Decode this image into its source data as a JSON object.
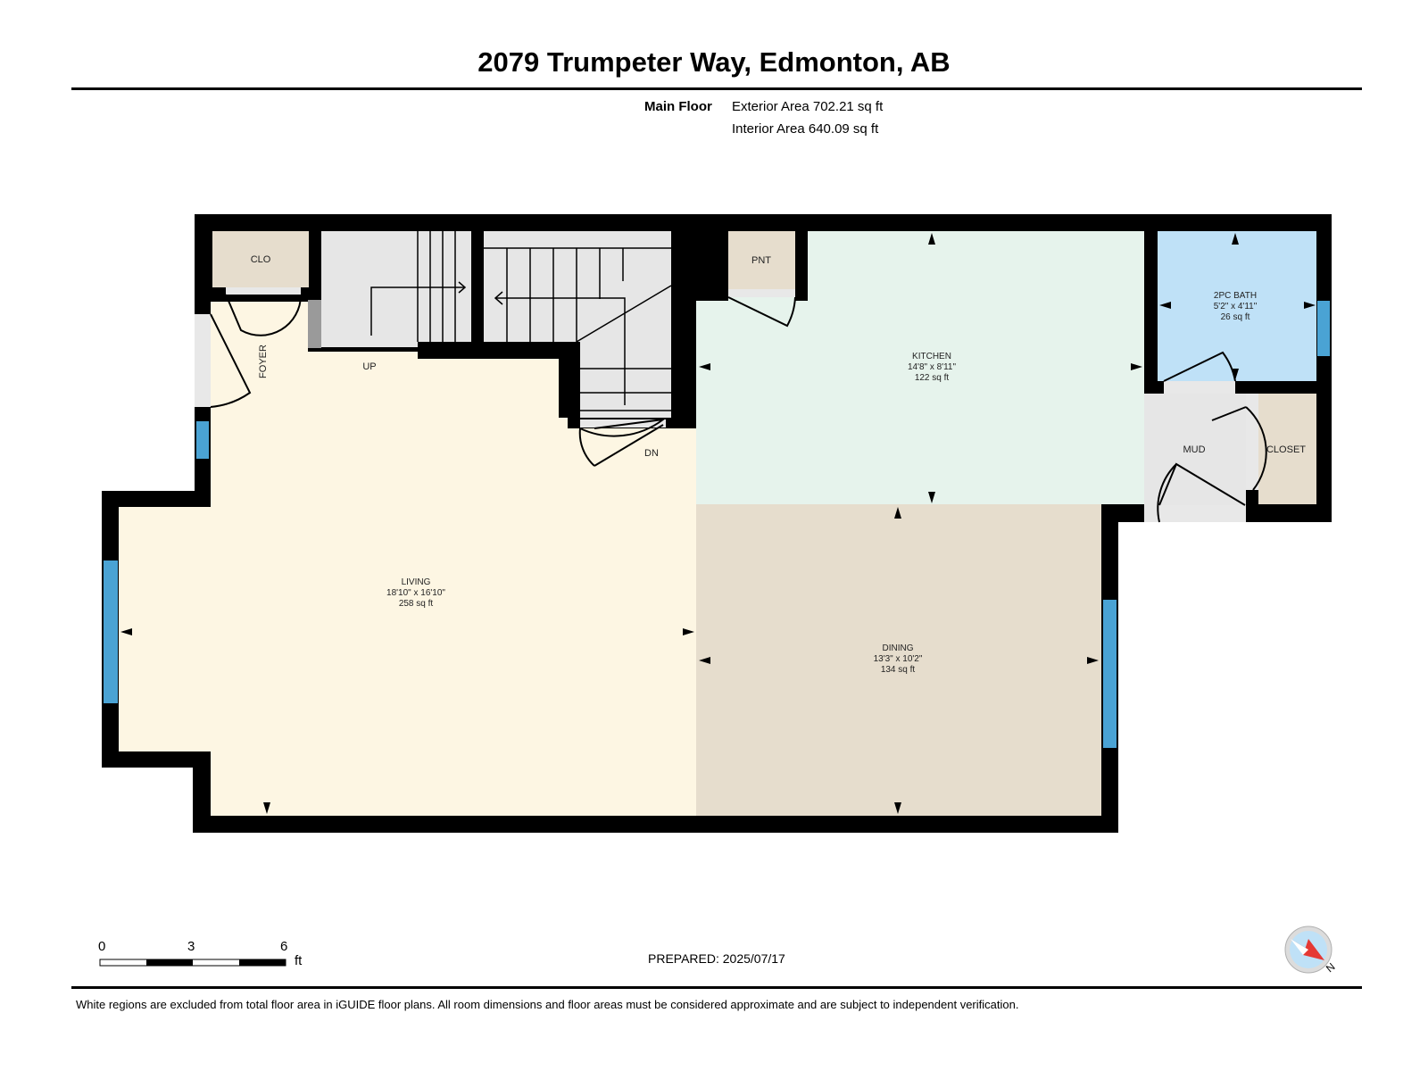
{
  "header": {
    "title": "2079 Trumpeter Way, Edmonton, AB",
    "floor_label": "Main Floor",
    "exterior_area": "Exterior Area 702.21 sq ft",
    "interior_area": "Interior Area 640.09 sq ft"
  },
  "rooms": {
    "clo": "CLO",
    "foyer": "FOYER",
    "up": "UP",
    "dn": "DN",
    "pnt": "PNT",
    "kitchen": {
      "name": "KITCHEN",
      "dims": "14'8\" x 8'11\"",
      "area": "122 sq ft"
    },
    "bath": {
      "name": "2PC BATH",
      "dims": "5'2\" x 4'11\"",
      "area": "26 sq ft"
    },
    "mud": "MUD",
    "closet": "CLOSET",
    "living": {
      "name": "LIVING",
      "dims": "18'10\" x 16'10\"",
      "area": "258 sq ft"
    },
    "dining": {
      "name": "DINING",
      "dims": "13'3\" x 10'2\"",
      "area": "134 sq ft"
    }
  },
  "scale": {
    "ticks": [
      "0",
      "3",
      "6"
    ],
    "unit": "ft"
  },
  "prepared": "PREPARED: 2025/07/17",
  "compass": "N",
  "footer": "White regions are excluded from total floor area in iGUIDE floor plans. All room dimensions and floor areas must be considered approximate and are subject to independent verification.",
  "colors": {
    "living": "#fdf6e3",
    "kitchen": "#e6f3ec",
    "dining": "#e6ddcd",
    "bath": "#bfe1f7",
    "closet": "#e6ddcd",
    "stairs": "#e6e6e6",
    "window": "#4aa3d4",
    "wall": "#000000"
  }
}
